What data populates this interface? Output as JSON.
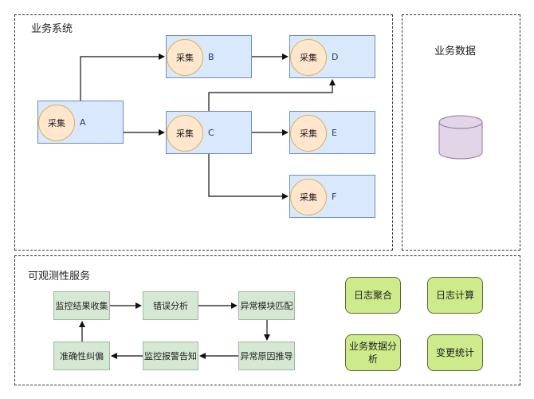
{
  "business_system": {
    "title": "业务系统",
    "nodes": [
      {
        "id": "A",
        "collector": "采集",
        "label": "A"
      },
      {
        "id": "B",
        "collector": "采集",
        "label": "B"
      },
      {
        "id": "C",
        "collector": "采集",
        "label": "C"
      },
      {
        "id": "D",
        "collector": "采集",
        "label": "D"
      },
      {
        "id": "E",
        "collector": "采集",
        "label": "E"
      },
      {
        "id": "F",
        "collector": "采集",
        "label": "F"
      }
    ],
    "edges": [
      {
        "from": "A",
        "to": "B"
      },
      {
        "from": "A",
        "to": "C"
      },
      {
        "from": "B",
        "to": "D"
      },
      {
        "from": "C",
        "to": "D"
      },
      {
        "from": "C",
        "to": "E"
      },
      {
        "from": "C",
        "to": "F"
      }
    ]
  },
  "business_data": {
    "title": "业务数据",
    "store_icon": "database-icon"
  },
  "observability": {
    "title": "可观测性服务",
    "flow": [
      {
        "id": "collect",
        "label": "监控结果收集"
      },
      {
        "id": "error",
        "label": "错误分析"
      },
      {
        "id": "match",
        "label": "异常模块匹配"
      },
      {
        "id": "infer",
        "label": "异常原因推导"
      },
      {
        "id": "alert",
        "label": "监控报警告知"
      },
      {
        "id": "correct",
        "label": "准确性纠偏"
      }
    ],
    "flow_edges": [
      {
        "from": "collect",
        "to": "error"
      },
      {
        "from": "error",
        "to": "match"
      },
      {
        "from": "match",
        "to": "infer"
      },
      {
        "from": "infer",
        "to": "alert"
      },
      {
        "from": "alert",
        "to": "correct"
      },
      {
        "from": "correct",
        "to": "collect"
      }
    ],
    "services": [
      {
        "label": "日志聚合"
      },
      {
        "label": "日志计算"
      },
      {
        "label": "业务数据分析"
      },
      {
        "label": "变更统计"
      }
    ]
  },
  "colors": {
    "node_fill": "#dae8fc",
    "node_border": "#6c8ebf",
    "collector_fill": "#ffe6cc",
    "collector_border": "#d6b656",
    "flow_fill": "#d5e8d4",
    "service_fill": "#cdeb8b",
    "database_fill": "#e1d5e7",
    "database_border": "#9673a6"
  }
}
